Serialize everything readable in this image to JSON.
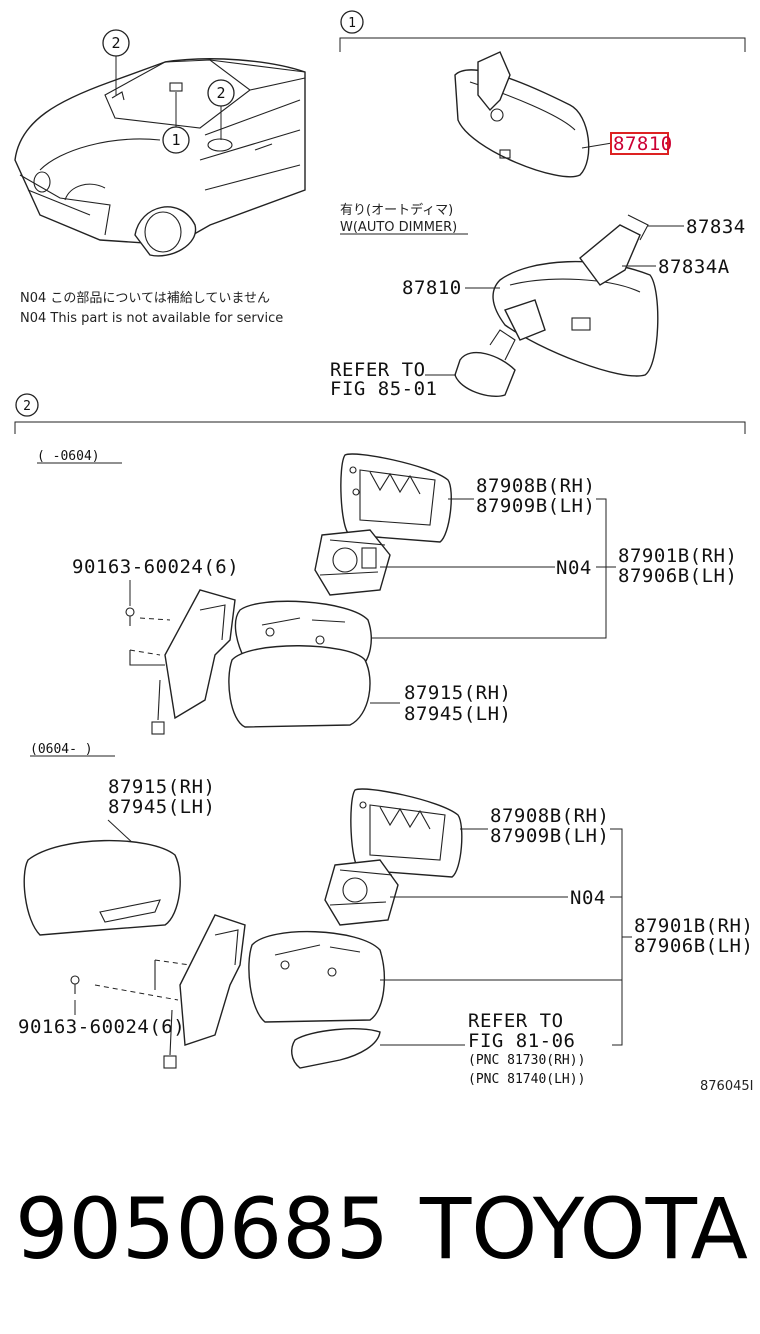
{
  "section1": {
    "marker": "1",
    "top_part": "87810",
    "auto_dimmer_jp": "有り(オートディマ)",
    "auto_dimmer_en": "W(AUTO DIMMER)",
    "part_87834": "87834",
    "part_87834A": "87834A",
    "part_87810b": "87810",
    "refer_line1": "REFER TO",
    "refer_line2": "FIG 85-01"
  },
  "car_callouts": [
    "2",
    "2",
    "1"
  ],
  "notes": {
    "jp": "N04 この部品については補給していません",
    "en": "N04 This part is not available for service"
  },
  "section2": {
    "marker": "2",
    "range_a": "(      -0604)",
    "range_b": "(0604-      )",
    "a": {
      "glass_rh": "87908B(RH)",
      "glass_lh": "87909B(LH)",
      "n04": "N04",
      "assy_rh": "87901B(RH)",
      "assy_lh": "87906B(LH)",
      "screw": "90163-60024(6)",
      "cover_rh": "87915(RH)",
      "cover_lh": "87945(LH)"
    },
    "b": {
      "cover_rh": "87915(RH)",
      "cover_lh": "87945(LH)",
      "glass_rh": "87908B(RH)",
      "glass_lh": "87909B(LH)",
      "n04": "N04",
      "assy_rh": "87901B(RH)",
      "assy_lh": "87906B(LH)",
      "screw": "90163-60024(6)",
      "refer_line1": "REFER TO",
      "refer_line2": "FIG 81-06",
      "pnc_rh": "(PNC 81730(RH))",
      "pnc_lh": "(PNC 81740(LH))"
    }
  },
  "diagram_code": "876045I",
  "footer": {
    "part_number": "9050685",
    "brand": "TOYOTA"
  },
  "colors": {
    "highlight": "#dd2222",
    "line": "#222222"
  }
}
